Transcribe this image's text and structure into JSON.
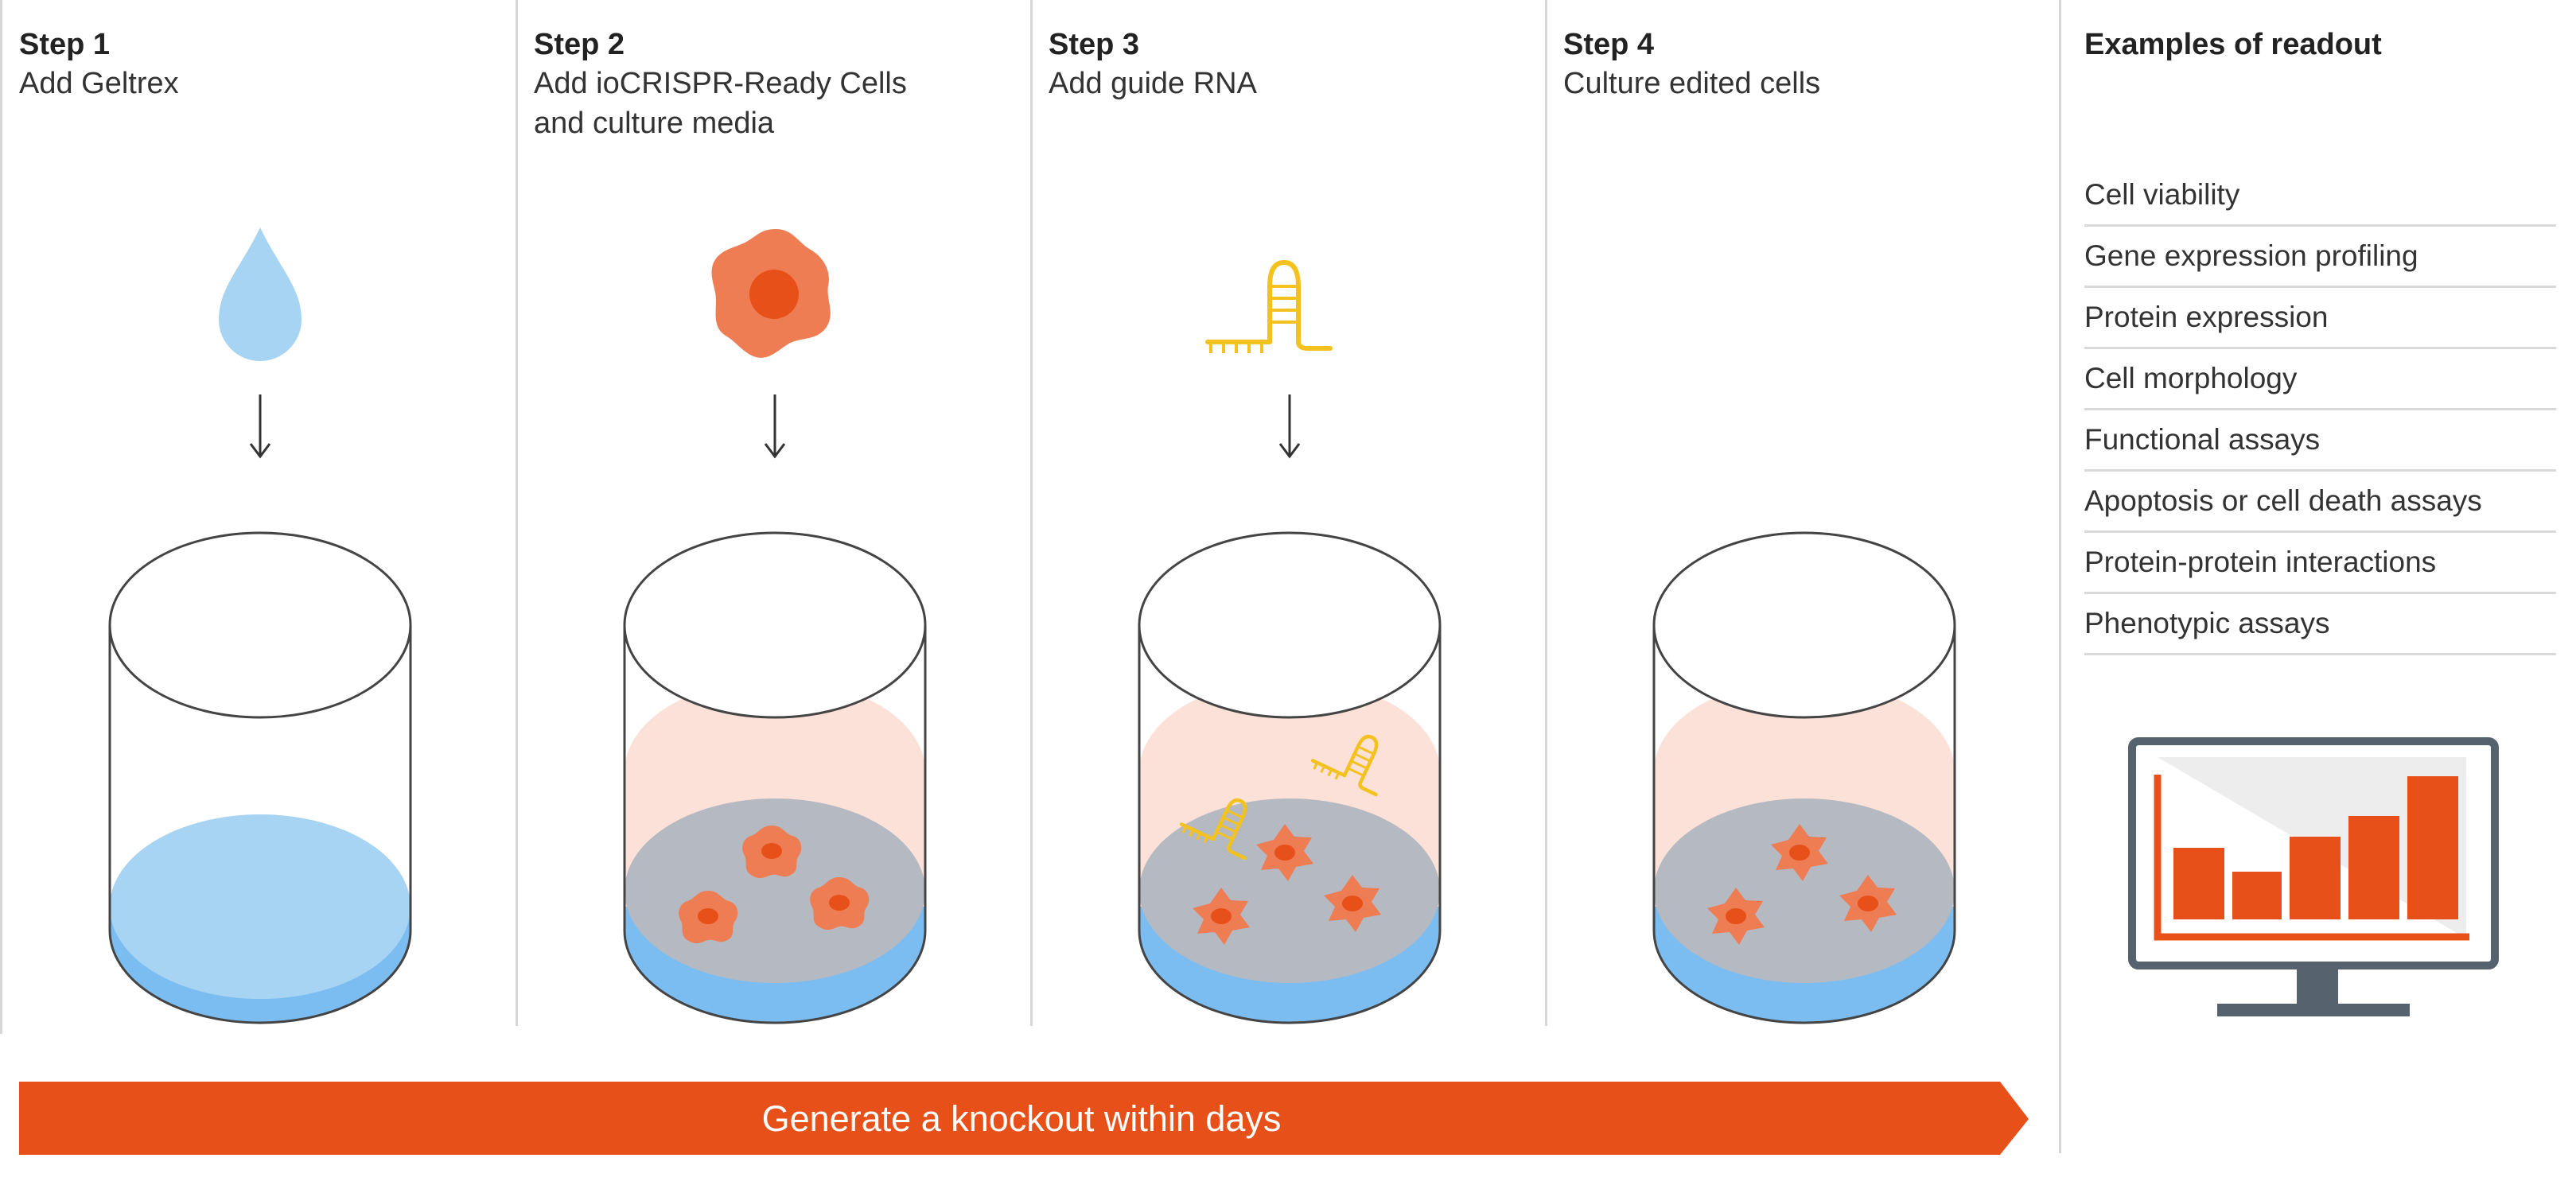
{
  "steps": [
    {
      "label": "Step 1",
      "lines": [
        "Add Geltrex"
      ]
    },
    {
      "label": "Step 2",
      "lines": [
        "Add ioCRISPR-Ready Cells",
        "and culture media"
      ]
    },
    {
      "label": "Step 3",
      "lines": [
        "Add guide RNA"
      ]
    },
    {
      "label": "Step 4",
      "lines": [
        "Culture edited cells"
      ]
    }
  ],
  "readout": {
    "title": "Examples of readout",
    "items": [
      "Cell viability",
      "Gene expression profiling",
      "Protein expression",
      "Cell morphology",
      "Functional assays",
      "Apoptosis or cell death assays",
      "Protein-protein interactions",
      "Phenotypic assays"
    ]
  },
  "banner": {
    "text": "Generate a knockout within days"
  },
  "icons": {
    "droplet": "droplet-icon",
    "cell": "cell-icon",
    "guide_rna": "guide-rna-icon",
    "arrow": "arrow-down-icon",
    "monitor": "monitor-chart-icon"
  },
  "colors": {
    "orange": "#E8501A",
    "cell_orange": "#EF7D53",
    "geltrex_blue": "#A8D4F3",
    "geltrex_blue_dark": "#7BBDF1",
    "media_pink": "#FCE1D8",
    "rna_yellow": "#F4C21E",
    "monitor_gray": "#56636E"
  }
}
